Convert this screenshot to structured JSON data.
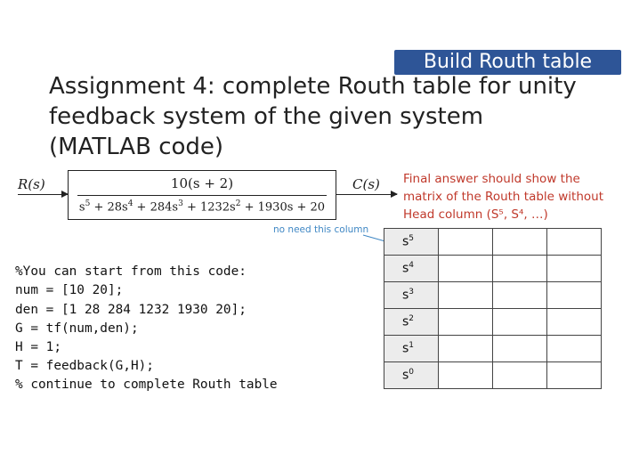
{
  "badge": "Build Routh table",
  "title_lines": [
    "Assignment 4: complete Routh table for unity",
    "feedback system of the given system",
    "(MATLAB code)"
  ],
  "block_diagram": {
    "input_label": "R(s)",
    "output_label": "C(s)",
    "numerator": "10(s + 2)",
    "denominator": "s^5 + 28s^4 + 284s^3 + 1232s^2 + 1930s + 20"
  },
  "note_lines": [
    "Final answer should show the",
    "matrix of the Routh table without",
    "Head column (S⁵, S⁴, …)"
  ],
  "no_need_label": "no need this column",
  "code_lines": [
    "%You can start from this code:",
    "num = [10 20];",
    "den = [1 28 284 1232 1930 20];",
    "G = tf(num,den);",
    "H = 1;",
    "T = feedback(G,H);",
    "% continue to complete Routh table"
  ],
  "routh_rows": [
    {
      "base": "s",
      "exp": "5"
    },
    {
      "base": "s",
      "exp": "4"
    },
    {
      "base": "s",
      "exp": "3"
    },
    {
      "base": "s",
      "exp": "2"
    },
    {
      "base": "s",
      "exp": "1"
    },
    {
      "base": "s",
      "exp": "0"
    }
  ],
  "colors": {
    "badge_bg": "#2e5597",
    "note_red": "#c0392b",
    "annotation_blue": "#3f87c4"
  }
}
